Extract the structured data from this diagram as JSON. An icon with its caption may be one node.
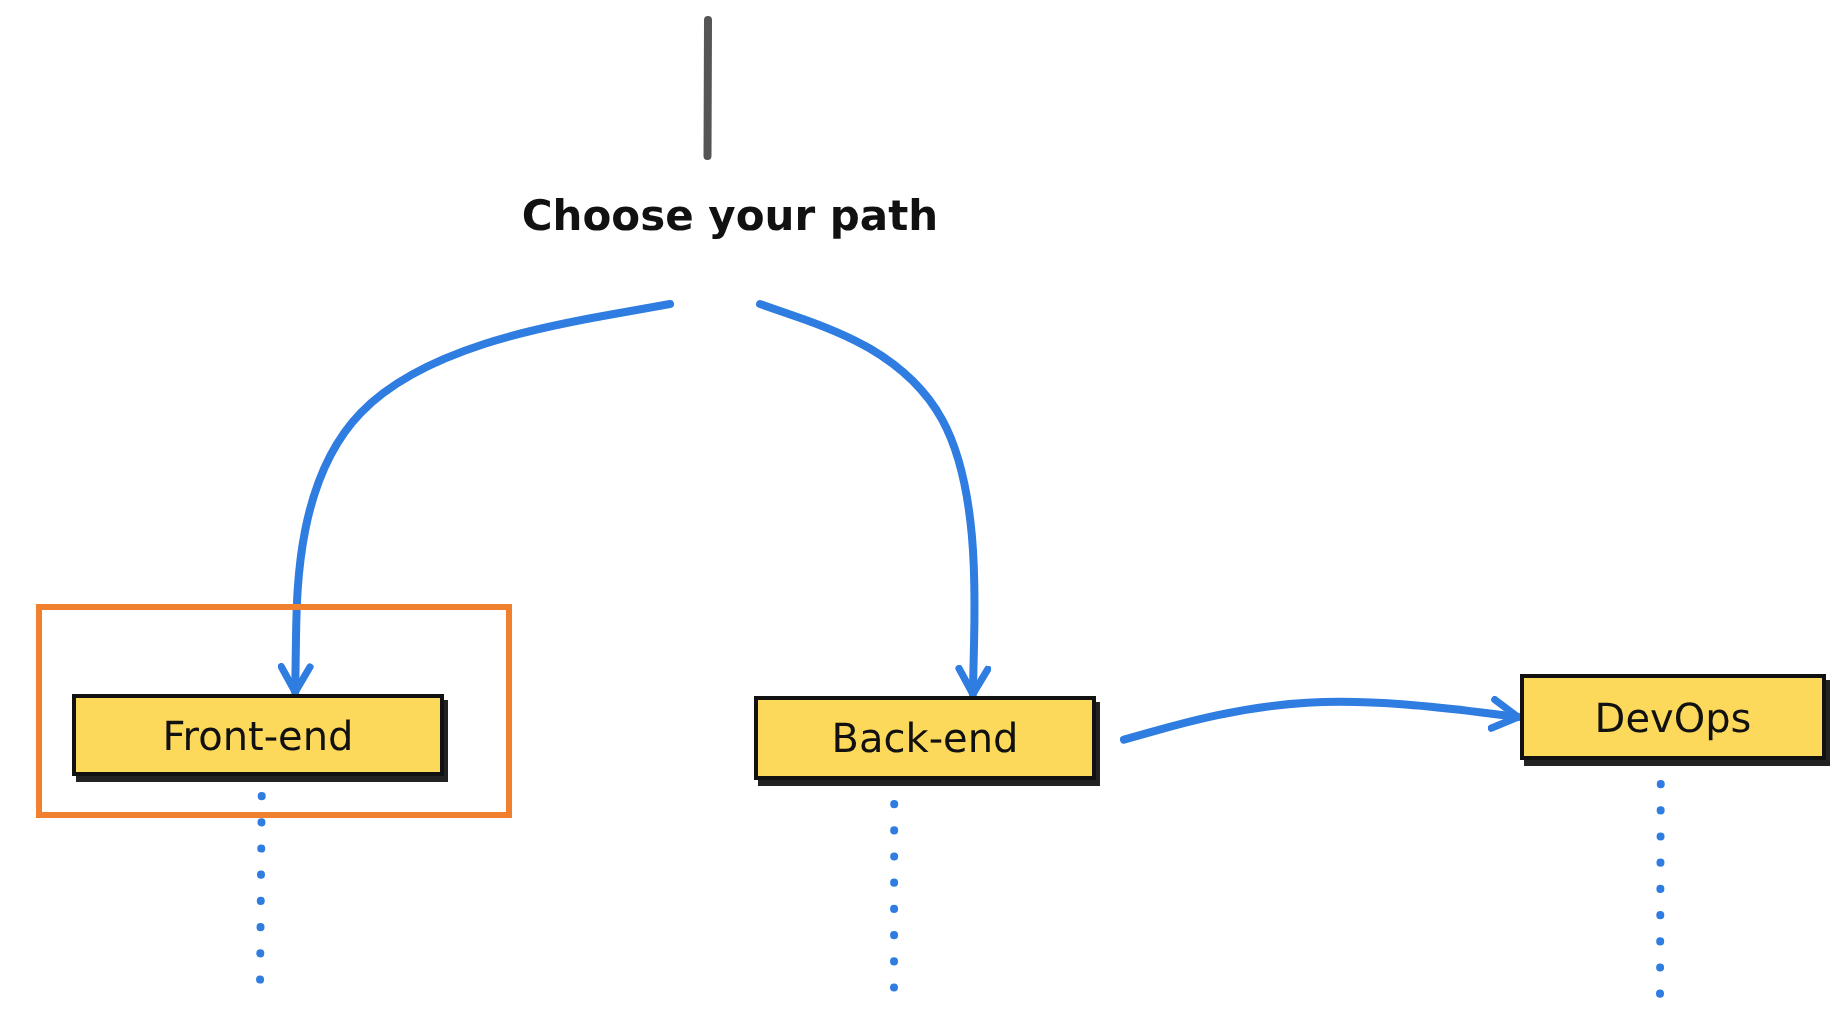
{
  "diagram": {
    "nodes": [
      {
        "text": [
          "Choose your path"
        ]
      },
      {
        "text": [],
        "shape": "box"
      },
      {
        "text": [
          "Front-end"
        ],
        "in": 1
      },
      {
        "text": [
          "Back-end"
        ]
      },
      {
        "text": [
          "DevOps"
        ]
      }
    ],
    "edges": [
      {
        "from": null,
        "to": 0,
        "arrow": "none",
        "color": "#555555"
      },
      {
        "from": 0,
        "to": 2,
        "arrow": "to"
      },
      {
        "from": 0,
        "to": 3,
        "arrow": "to"
      },
      {
        "from": 3,
        "to": 4,
        "arrow": "to"
      },
      {
        "from": 2,
        "to": null,
        "arrow": "none",
        "style": "dashed"
      },
      {
        "from": 3,
        "to": null,
        "arrow": "none",
        "style": "dashed"
      },
      {
        "from": 4,
        "to": null,
        "arrow": "none",
        "style": "dashed"
      }
    ]
  }
}
